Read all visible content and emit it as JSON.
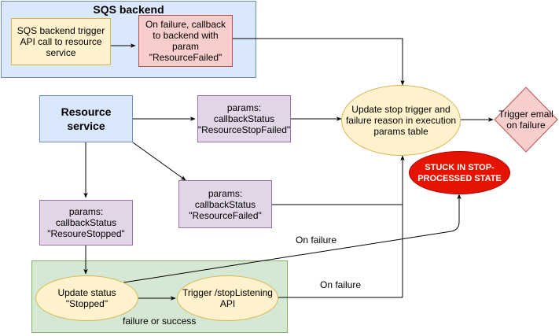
{
  "groups": {
    "sqs_backend": "SQS backend"
  },
  "nodes": {
    "sqs_trigger": "SQS backend trigger\nAPI call to resource\nservice",
    "callback_failed": "On failure, callback\nto backend with\nparam\n\"ResourceFailed\"",
    "resource_service": "Resource\nservice",
    "params_stop_failed": "params:\ncallbackStatus\n\"ResourceStopFailed\"",
    "params_failed": "params:\ncallbackStatus\n\"ResourceFailed\"",
    "params_stopped": "params:\ncallbackStatus\n\"ResoureStopped\"",
    "update_trigger": "Update stop  trigger and\nfailure reason in execution\nparams table",
    "trigger_email": "Trigger email\non failure",
    "stuck_state": "STUCK IN STOP-\nPROCESSED STATE",
    "update_status": "Update status\n\"Stopped\"",
    "stop_listening": "Trigger /stopListening\nAPI"
  },
  "edge_labels": {
    "on_failure_1": "On failure",
    "on_failure_2": "On failure",
    "failure_or_success": "failure or success"
  },
  "colors": {
    "stuck_fill": "#e51400",
    "stroke": "#000000"
  }
}
